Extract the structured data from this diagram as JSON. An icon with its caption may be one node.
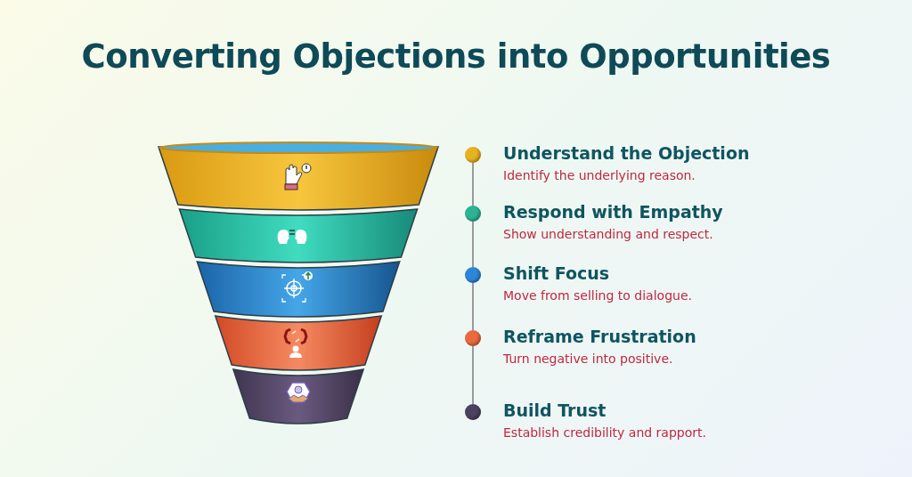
{
  "diagram": {
    "title": "Converting Objections into Opportunities",
    "nodes": [
      {
        "text": [],
        "shape": "circle",
        "beside": [
          "Understand the Objection",
          "Identify the underlying reason."
        ]
      },
      {
        "text": [],
        "shape": "circle",
        "beside": [
          "Respond with Empathy",
          "Show understanding and respect."
        ]
      },
      {
        "text": [],
        "shape": "circle",
        "beside": [
          "Shift Focus",
          "Move from selling to dialogue."
        ]
      },
      {
        "text": [],
        "shape": "circle",
        "beside": [
          "Reframe Frustration",
          "Turn negative into positive."
        ]
      },
      {
        "text": [],
        "shape": "circle",
        "beside": [
          "Build Trust",
          "Establish credibility and rapport."
        ]
      }
    ],
    "edges": [
      {
        "from": 0,
        "to": 1,
        "arrow": "none"
      },
      {
        "from": 1,
        "to": 2,
        "arrow": "none"
      },
      {
        "from": 2,
        "to": 3,
        "arrow": "none"
      },
      {
        "from": 3,
        "to": 4,
        "arrow": "none"
      }
    ]
  }
}
